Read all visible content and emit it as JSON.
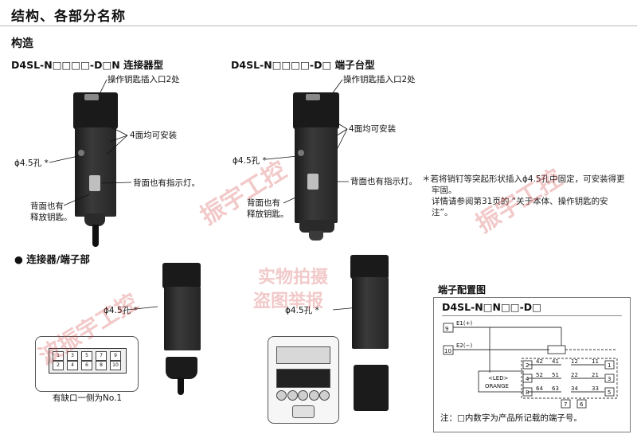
{
  "section_title": "结构、各部分名称",
  "subsection_title": "构造",
  "left_model": {
    "title": "D4SL-N□□□□-D□N 连接器型",
    "callouts": {
      "key_slot": "操作钥匙插入口2处",
      "mount_4": "4面均可安装",
      "hole": "ϕ4.5孔 *",
      "indicator": "背面也有指示灯。",
      "release_line1": "背面也有",
      "release_line2": "释放钥匙。"
    }
  },
  "right_model": {
    "title": "D4SL-N□□□□-D□ 端子台型",
    "callouts": {
      "key_slot": "操作钥匙插入口2处",
      "mount_4": "4面均可安装",
      "hole": "ϕ4.5孔 *",
      "indicator": "背面也有指示灯。",
      "release_line1": "背面也有",
      "release_line2": "释放钥匙。"
    }
  },
  "footnote": {
    "line1": "＊若将销钉等突起形状插入ϕ4.5孔中固定，可安装得更",
    "line2": "牢固。",
    "line3": "详情请参阅第31页的 “关于本体、操作钥匙的安",
    "line4": "注”。"
  },
  "connector_section": {
    "title": "● 连接器/端子部",
    "hole_a": "ϕ4.5孔 *",
    "hole_b": "ϕ4.5孔 *",
    "notch_label": "有缺口一侧为No.1",
    "pin_numbers": [
      "1",
      "2",
      "3",
      "4",
      "5",
      "6",
      "7",
      "8",
      "9",
      "10"
    ]
  },
  "terminal_diagram": {
    "title": "端子配置图",
    "model": "D4SL-N□N□□-D□",
    "e1": "E1(+)",
    "e2": "E2(−)",
    "t9": "9",
    "t10": "10",
    "t2": "2",
    "t4": "4",
    "t8": "8",
    "t42": "42",
    "t41": "41",
    "t12": "12",
    "t11": "11",
    "t1": "1",
    "t52": "52",
    "t51": "51",
    "t22": "22",
    "t21": "21",
    "t3": "3",
    "t64": "64",
    "t63": "63",
    "t34": "34",
    "t33": "33",
    "t5": "5",
    "t7": "7",
    "t6": "6",
    "led_line1": "<LED>",
    "led_line2": "ORANGE",
    "note": "注：□内数字为产品所记载的端子号。"
  },
  "watermarks": [
    "实物拍摄",
    "盗图举报",
    "振宇工控",
    "波振宇工控",
    "振宇工控"
  ]
}
